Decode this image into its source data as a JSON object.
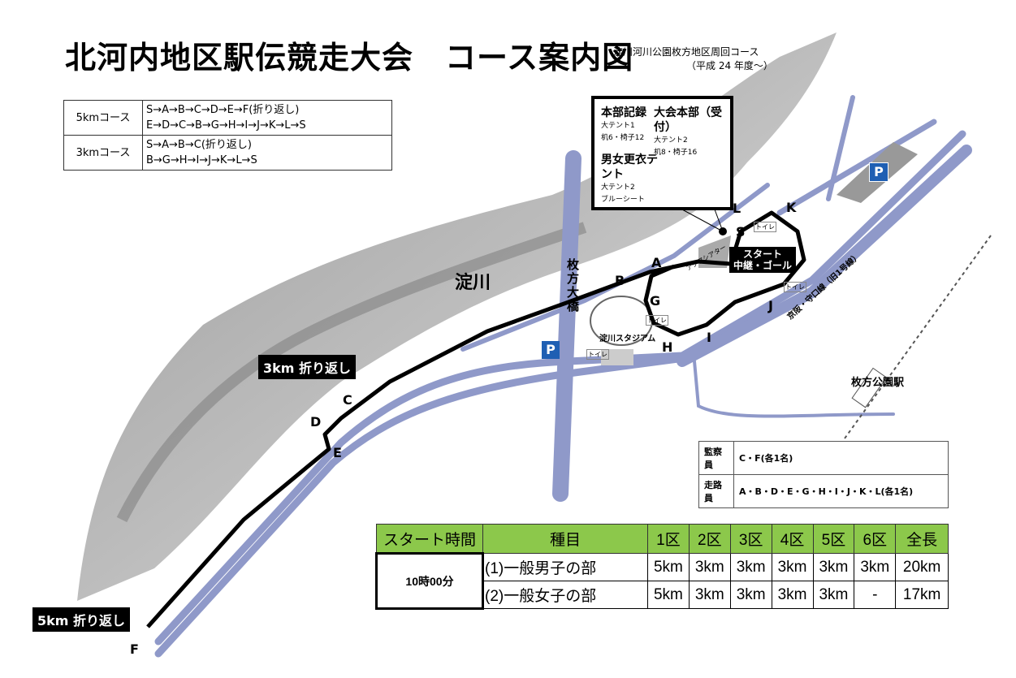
{
  "title": "北河内地区駅伝競走大会　コース案内図",
  "subtitle": {
    "line1": "淀川河川公園枚方地区周回コース",
    "line2": "（平成 24 年度～）"
  },
  "course_table": [
    {
      "name": "5kmコース",
      "line1": "S→A→B→C→D→E→F(折り返し)",
      "line2": "E→D→C→B→G→H→I→J→K→L→S"
    },
    {
      "name": "3kmコース",
      "line1": "S→A→B→C(折り返し)",
      "line2": "B→G→H→I→J→K→L→S"
    }
  ],
  "info_box": {
    "hq_record": {
      "title": "本部記録",
      "l1": "大テント1",
      "l2": "机6・椅子12"
    },
    "hq_main": {
      "title": "大会本部（受付）",
      "l1": "大テント2",
      "l2": "机8・椅子16"
    },
    "changing": {
      "title": "男女更衣テント",
      "l1": "大テント2",
      "l2": "ブルーシート"
    }
  },
  "map": {
    "river": "淀川",
    "bridge": "枚方大橋",
    "stadium": "淀川スタジアム",
    "station": "枚方公園駅",
    "road": "京阪・守口線（旧1号線）",
    "theater": "アクアシアター",
    "toilet": "トイレ",
    "parking": "P",
    "start_tag": {
      "l1": "スタート",
      "l2": "中継・ゴール"
    },
    "turn3": "3km 折り返し",
    "turn5": "5km 折り返し",
    "points": {
      "A": "A",
      "B": "B",
      "C": "C",
      "D": "D",
      "E": "E",
      "F": "F",
      "G": "G",
      "H": "H",
      "I": "I",
      "J": "J",
      "K": "K",
      "L": "L",
      "S": "S"
    },
    "colors": {
      "road": "#8f99c9",
      "course": "#000000",
      "river_light": "#e6e6e6",
      "river_dark": "#8a8a8a"
    }
  },
  "staff_table": [
    {
      "role": "監察員",
      "points": "C・F(各1名)"
    },
    {
      "role": "走路員",
      "points": "A・B・D・E・G・H・I・J・K・L(各1名)"
    }
  ],
  "schedule": {
    "headers": [
      "スタート時間",
      "種目",
      "1区",
      "2区",
      "3区",
      "4区",
      "5区",
      "6区",
      "全長"
    ],
    "start_time": "10時00分",
    "rows": [
      {
        "name": "(1)一般男子の部",
        "legs": [
          "5km",
          "3km",
          "3km",
          "3km",
          "3km",
          "3km"
        ],
        "total": "20km"
      },
      {
        "name": "(2)一般女子の部",
        "legs": [
          "5km",
          "3km",
          "3km",
          "3km",
          "3km",
          "-"
        ],
        "total": "17km"
      }
    ],
    "header_color": "#8cc84b"
  }
}
